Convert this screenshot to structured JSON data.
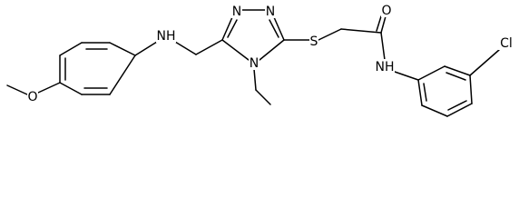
{
  "molecule": {
    "atom_labels": {
      "nh_amine": "NH",
      "n_top_left": "N",
      "n_top_right": "N",
      "n_ring": "N",
      "s": "S",
      "o_carbonyl": "O",
      "nh_amide": "NH",
      "cl": "Cl",
      "o_methoxy": "O"
    },
    "colors": {
      "bond": "#000000",
      "text": "#000000",
      "background": "#ffffff"
    }
  }
}
